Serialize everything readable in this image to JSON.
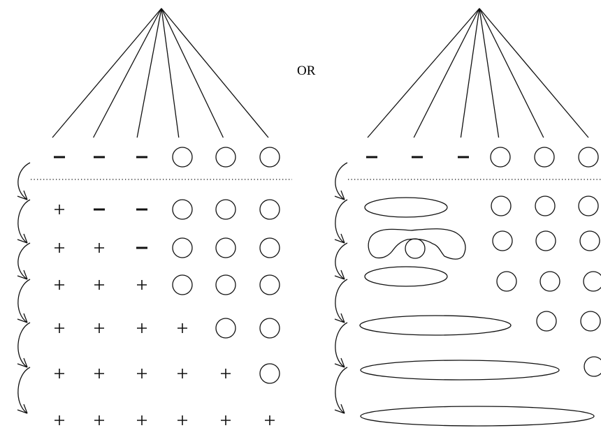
{
  "separator_label": "OR",
  "left_panel": {
    "rows": [
      [
        "−",
        "−",
        "−",
        "○",
        "○",
        "○"
      ],
      [
        "+",
        "−",
        "−",
        "○",
        "○",
        "○"
      ],
      [
        "+",
        "+",
        "−",
        "○",
        "○",
        "○"
      ],
      [
        "+",
        "+",
        "+",
        "○",
        "○",
        "○"
      ],
      [
        "+",
        "+",
        "+",
        "+",
        "○",
        "○"
      ],
      [
        "+",
        "+",
        "+",
        "+",
        "+",
        "○"
      ],
      [
        "+",
        "+",
        "+",
        "+",
        "+",
        "+"
      ]
    ]
  },
  "right_panel": {
    "top_row": [
      "−",
      "−",
      "−",
      "○",
      "○",
      "○"
    ],
    "rows": [
      {
        "merged_count": 2,
        "circles": 3
      },
      {
        "merged_count": 2,
        "circles": 3
      },
      {
        "merged_count": 3,
        "circles": 3
      },
      {
        "merged_count": 4,
        "circles": 2
      },
      {
        "merged_count": 5,
        "circles": 1
      },
      {
        "merged_count": 6,
        "circles": 0
      }
    ]
  }
}
